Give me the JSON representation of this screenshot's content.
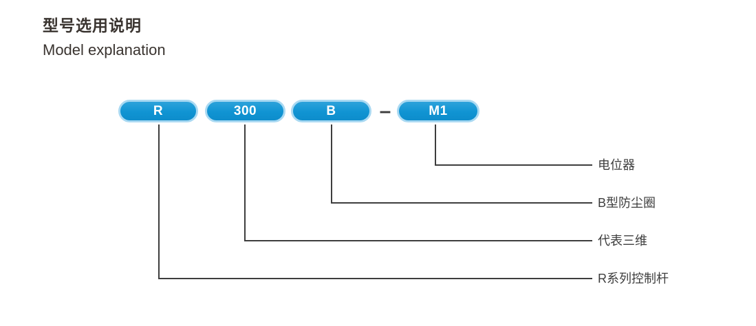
{
  "header": {
    "title_zh": "型号选用说明",
    "title_en": "Model explanation"
  },
  "model_code": {
    "separator": "–",
    "segments": [
      {
        "label": "R",
        "description": "R系列控制杆"
      },
      {
        "label": "300",
        "description": "代表三维"
      },
      {
        "label": "B",
        "description": "B型防尘圈"
      },
      {
        "label": "M1",
        "description": "电位器"
      }
    ]
  },
  "colors": {
    "pill_fill": "#1094d3",
    "pill_ring": "#a9d9f2",
    "pill_text": "#ffffff",
    "connector_line": "#3d3d3d",
    "title_text": "#3a3430",
    "background": "#ffffff"
  }
}
